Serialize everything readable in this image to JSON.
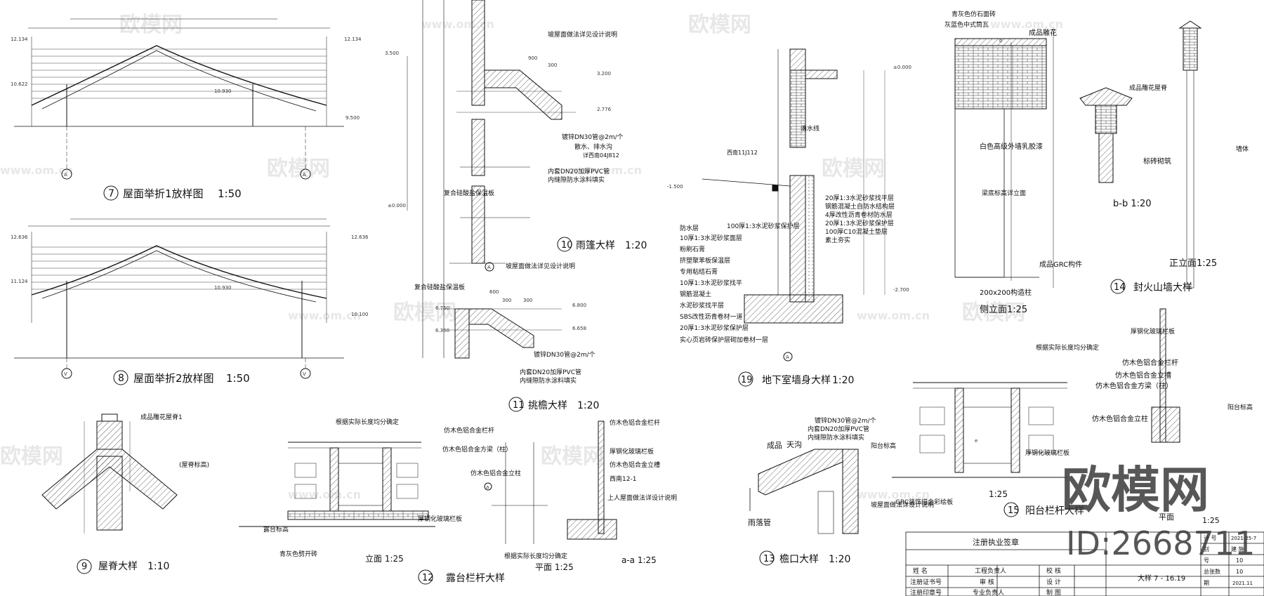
{
  "watermark": {
    "brand": "欧模网",
    "url": "www.om.cn",
    "id": "ID:2668711"
  },
  "details": {
    "d7": {
      "num": "7",
      "title": "屋面举折1放样图",
      "scale": "1:50",
      "elev_left_top": "12.134",
      "elev_right_top": "12.134",
      "elev_left_mid": "10.622",
      "elev_right_low": "9.500",
      "elev_mid": "10.930",
      "axis": "A"
    },
    "d8": {
      "num": "8",
      "title": "屋面举折2放样图",
      "scale": "1:50",
      "elev_left_top": "12.636",
      "elev_right_top": "12.636",
      "elev_left_mid": "11.124",
      "elev_right_low": "10.100",
      "elev_mid": "10.930",
      "axis": "V"
    },
    "d9": {
      "num": "9",
      "title": "屋脊大样",
      "scale": "1:10",
      "note1": "成品雕花屋脊1",
      "note2": "(屋脊标高)"
    },
    "d10": {
      "num": "10",
      "title": "雨篷大样",
      "scale": "1:20",
      "note_top": "坡屋面做法详见设计说明",
      "note_bottom": "坡屋面做法详见设计说明",
      "note_insul": "复合硅酸盐保温板",
      "note_pipe": "镀锌DN30管@2m/个",
      "note_pvc": "内套DN20加厚PVC管",
      "note_fill": "内缝隙防水涂料填实",
      "note_drain": "散水、排水沟",
      "note_ref": "详西南04J812",
      "e1": "3.200",
      "e2": "2.776",
      "e3": "3.500",
      "e4": "±0.000",
      "d1": "900",
      "d2": "300",
      "axis": "A"
    },
    "d11": {
      "num": "11",
      "title": "挑檐大样",
      "scale": "1:20",
      "note_insul": "复合硅酸盐保温板",
      "note_pipe": "镀锌DN30管@2m/个",
      "note_pvc": "内套DN20加厚PVC管",
      "note_fill": "内缝隙防水涂料填实",
      "e1": "6.800",
      "e2": "6.658",
      "e3": "6.750",
      "e4": "6.350",
      "d1": "600",
      "d2": "300",
      "d3": "300"
    },
    "d12": {
      "num": "12",
      "title": "露台栏杆大样",
      "view_elev": "立面 1:25",
      "view_plan": "平面  1:25",
      "view_sec": "a-a 1:25",
      "note_len": "根据实际长度均分确定",
      "note_len2": "根据实际长度均分确定",
      "n1": "仿木色铝合金栏杆",
      "n2": "仿木色铝合金方梁（柱）",
      "n3": "仿木色铝合金立柱",
      "n4": "厚钢化玻璃栏板",
      "n5": "露台标高",
      "n6": "青灰色劈开砖",
      "s1": "仿木色铝合金栏杆",
      "s2": "厚钢化玻璃栏板",
      "s3": "仿木色铝合金立槽",
      "s4": "西南12-1",
      "s5": "上人屋面做法详设计说明",
      "mark": "a"
    },
    "d13": {
      "num": "13",
      "title": "檐口大样",
      "scale": "1:20",
      "n1": "镀锌DN30管@2m/个",
      "n2": "内套DN20加厚PVC管",
      "n3": "内缝隙防水涂料填实",
      "n4": "成品",
      "n5": "天沟",
      "n6": "雨落管",
      "n7": "阳台标高",
      "n8": "坡屋面做法详设计说明"
    },
    "d14": {
      "num": "14",
      "title": "封火山墙大样",
      "view_side": "侧立面1:25",
      "view_front": "正立面1:25",
      "view_bb": "b-b  1:20",
      "n1": "青灰色仿石面砖",
      "n2": "灰蓝色中式筒瓦",
      "n3": "成品雕花",
      "n4": "白色高级外墙乳胶漆",
      "n5": "梁底标高详立面",
      "n6": "成品GRC构件",
      "n7": "200x200构造柱",
      "n8": "成品雕花屋脊",
      "n9": "标砖砌筑",
      "n10": "墙体",
      "mark": "b"
    },
    "d15": {
      "num": "15",
      "title": "阳台栏杆大样",
      "scale": "1:25",
      "n1": "根据实际长度均分确定",
      "n2": "仿木色铝合金栏杆",
      "n3": "仿木色铝合金立槽",
      "n4": "仿木色铝合金方梁（柱）",
      "n5": "仿木色铝合金立柱",
      "n6": "厚钢化玻璃栏板",
      "n7": "GRC装饰描金彩绘板",
      "n8": "阳台标高",
      "n9": "厚钢化玻璃栏板",
      "n10": "平面",
      "n11": "1:25",
      "mark": "e"
    },
    "d19": {
      "num": "19",
      "title": "地下室墙身大样",
      "scale": "1:20",
      "e1": "±0.000",
      "e2": "-2.700",
      "e3": "-1.500",
      "n1": "滴水线",
      "n2": "西南11J112",
      "layers": [
        "20厚1:3水泥砂浆找平层",
        "钢筋混凝土自防水结构层",
        "4厚改性沥青卷材防水层",
        "20厚1:3水泥砂浆保护层",
        "100厚C10混凝土垫层",
        "素土夯实"
      ],
      "layers_left": [
        "100厚1:3水泥砂浆保护层",
        "防水层",
        "10厚1:3水泥砂浆面层",
        "粉刷石膏",
        "挤塑聚苯板保温层",
        "专用粘结石膏",
        "10厚1:3水泥砂浆找平",
        "钢筋混凝土",
        "水泥砂浆找平层",
        "SBS改性沥青卷材一道",
        "20厚1:3水泥砂浆保护层",
        "实心页岩砖保护层砌加卷材一层"
      ],
      "axis": "A"
    }
  },
  "title_block": {
    "seal_label": "注册执业签章",
    "rows": [
      [
        "姓  名",
        "工程负责人",
        "校  核"
      ],
      [
        "注册证书号",
        "审  核",
        "设  计"
      ],
      [
        "注册印章号",
        "专业负责人",
        "制  图"
      ]
    ],
    "drawing_name": "大样 7 - 16.19",
    "right": [
      [
        "计  号",
        "2021-25-7"
      ],
      [
        "别",
        "建  施"
      ],
      [
        "号",
        "10"
      ],
      [
        "总张数",
        "10"
      ],
      [
        "期",
        "2021.11"
      ]
    ]
  }
}
